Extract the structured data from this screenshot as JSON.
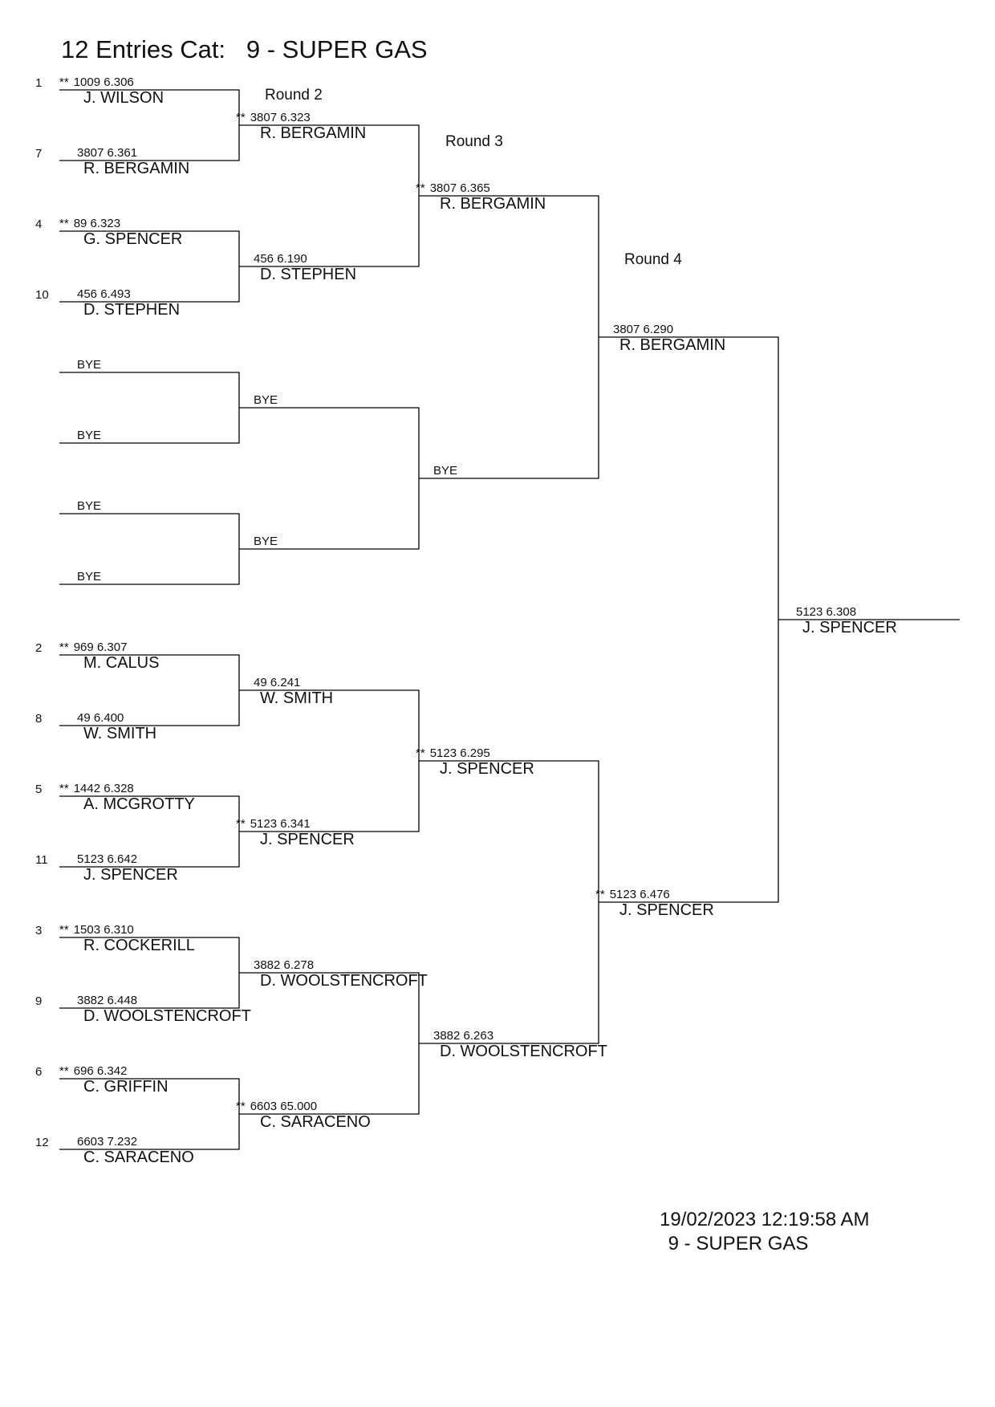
{
  "title": "12 Entries Cat:   9 - SUPER GAS",
  "round_labels": [
    "Round 2",
    "Round 3",
    "Round 4"
  ],
  "round1": [
    {
      "seed": "1",
      "mark": "**",
      "info": "1009  6.306",
      "name": "J. WILSON"
    },
    {
      "seed": "7",
      "mark": "",
      "info": "3807  6.361",
      "name": "R. BERGAMIN"
    },
    {
      "seed": "4",
      "mark": "**",
      "info": "89  6.323",
      "name": "G. SPENCER"
    },
    {
      "seed": "10",
      "mark": "",
      "info": "456  6.493",
      "name": "D. STEPHEN"
    },
    {
      "seed": "",
      "mark": "",
      "info": "BYE",
      "name": ""
    },
    {
      "seed": "",
      "mark": "",
      "info": "BYE",
      "name": ""
    },
    {
      "seed": "",
      "mark": "",
      "info": "BYE",
      "name": ""
    },
    {
      "seed": "",
      "mark": "",
      "info": "BYE",
      "name": ""
    },
    {
      "seed": "2",
      "mark": "**",
      "info": "969  6.307",
      "name": "M. CALUS"
    },
    {
      "seed": "8",
      "mark": "",
      "info": "49  6.400",
      "name": "W. SMITH"
    },
    {
      "seed": "5",
      "mark": "**",
      "info": "1442  6.328",
      "name": "A. MCGROTTY"
    },
    {
      "seed": "11",
      "mark": "",
      "info": "5123  6.642",
      "name": "J. SPENCER"
    },
    {
      "seed": "3",
      "mark": "**",
      "info": "1503  6.310",
      "name": "R. COCKERILL"
    },
    {
      "seed": "9",
      "mark": "",
      "info": "3882  6.448",
      "name": "D. WOOLSTENCROFT"
    },
    {
      "seed": "6",
      "mark": "**",
      "info": "696  6.342",
      "name": "C. GRIFFIN"
    },
    {
      "seed": "12",
      "mark": "",
      "info": "6603  7.232",
      "name": "C. SARACENO"
    }
  ],
  "round2": [
    {
      "mark": "**",
      "info": "3807  6.323",
      "name": "R. BERGAMIN"
    },
    {
      "mark": "",
      "info": "456  6.190",
      "name": "D. STEPHEN"
    },
    {
      "mark": "",
      "info": "BYE",
      "name": ""
    },
    {
      "mark": "",
      "info": "BYE",
      "name": ""
    },
    {
      "mark": "",
      "info": "49  6.241",
      "name": "W. SMITH"
    },
    {
      "mark": "**",
      "info": "5123  6.341",
      "name": "J. SPENCER"
    },
    {
      "mark": "",
      "info": "3882  6.278",
      "name": "D. WOOLSTENCROFT"
    },
    {
      "mark": "**",
      "info": "6603  65.000",
      "name": "C. SARACENO"
    }
  ],
  "round3": [
    {
      "mark": "**",
      "info": "3807  6.365",
      "name": "R. BERGAMIN"
    },
    {
      "mark": "",
      "info": "BYE",
      "name": ""
    },
    {
      "mark": "**",
      "info": "5123  6.295",
      "name": "J. SPENCER"
    },
    {
      "mark": "",
      "info": "3882  6.263",
      "name": "D. WOOLSTENCROFT"
    }
  ],
  "round4": [
    {
      "mark": "",
      "info": "3807  6.290",
      "name": "R. BERGAMIN"
    },
    {
      "mark": "**",
      "info": "5123  6.476",
      "name": "J. SPENCER"
    }
  ],
  "final": {
    "mark": "",
    "info": "5123  6.308",
    "name": "J. SPENCER"
  },
  "footer": {
    "timestamp": "19/02/2023 12:19:58 AM",
    "category": " 9 - SUPER GAS"
  }
}
